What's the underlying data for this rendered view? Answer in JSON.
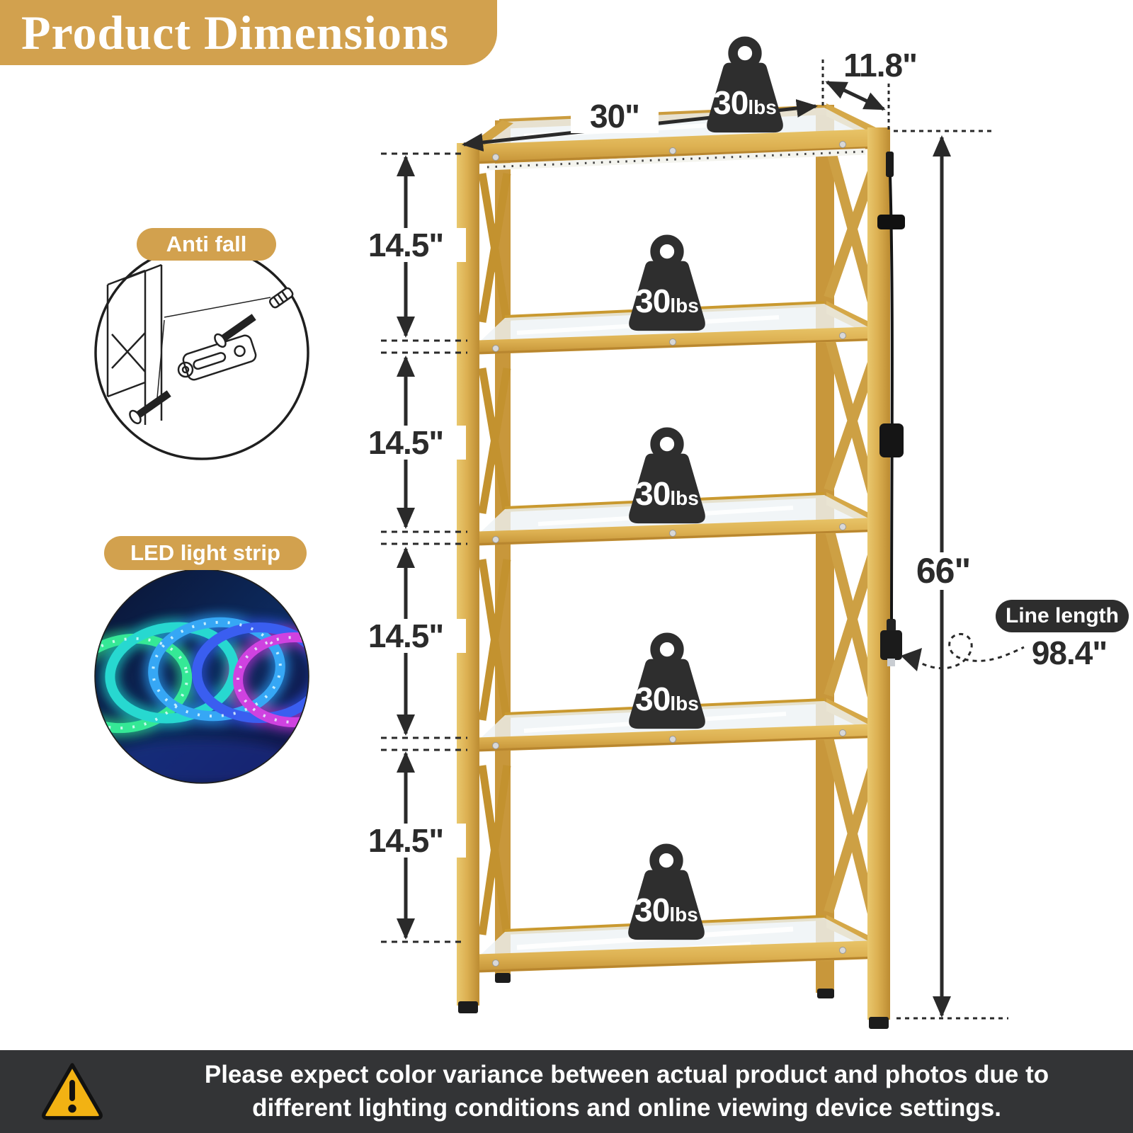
{
  "title": "Product Dimensions",
  "dims": {
    "width": "30\"",
    "depth": "11.8\"",
    "height": "66\"",
    "spacings": [
      "14.5\"",
      "14.5\"",
      "14.5\"",
      "14.5\""
    ],
    "line_length_label": "Line length",
    "line_length_value": "98.4\""
  },
  "weight": {
    "value": "30",
    "unit": "lbs"
  },
  "callouts": {
    "anti_fall": "Anti fall",
    "led": "LED light strip"
  },
  "footer": {
    "line1": "Please expect color variance between actual product and photos due to",
    "line2": "different lighting conditions and online viewing device settings."
  },
  "colors": {
    "accent_gold": "#D2A14E",
    "shelf_gold": "#DDB152",
    "annotation_dark": "#2a2a2a",
    "footer_bg": "#333436",
    "warning_yellow": "#F2B213"
  }
}
